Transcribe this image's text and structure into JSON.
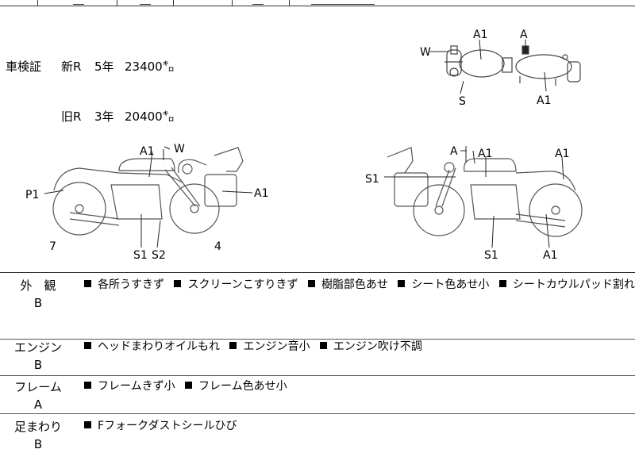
{
  "certificate": {
    "heading": "車検証",
    "rows": [
      {
        "gen": "新R",
        "years": "5年",
        "km": "23400㌔"
      },
      {
        "gen": "旧R",
        "years": "3年",
        "km": "20400㌔"
      }
    ]
  },
  "diagram_labels": {
    "top_view": {
      "a1_front": "A1",
      "a": "A",
      "w": "W",
      "s": "S",
      "a1_rear": "A1"
    },
    "right_side": {
      "a1_tank": "A1",
      "w": "W",
      "a1_bag": "A1",
      "p1": "P1",
      "s1": "S1",
      "s2": "S2",
      "num_left": "7",
      "num_right": "4"
    },
    "left_side": {
      "a": "A",
      "a1_tank": "A1",
      "a1_rear": "A1",
      "s1_front": "S1",
      "s1_bottom": "S1",
      "a1_bottom": "A1"
    }
  },
  "sections": [
    {
      "label": "外　観",
      "grade": "B",
      "items": [
        "各所うすきず",
        "スクリーンこすりきず",
        "樹脂部色あせ",
        "シート色あせ小",
        "シートカウルパッド割れ"
      ]
    },
    {
      "label": "エンジン",
      "grade": "B",
      "items": [
        "ヘッドまわりオイルもれ",
        "エンジン音小",
        "エンジン吹け不調"
      ]
    },
    {
      "label": "フレーム",
      "grade": "A",
      "items": [
        "フレームきず小",
        "フレーム色あせ小"
      ]
    },
    {
      "label": "足まわり",
      "grade": "B",
      "items": [
        "Fフォークダストシールひび"
      ]
    }
  ]
}
